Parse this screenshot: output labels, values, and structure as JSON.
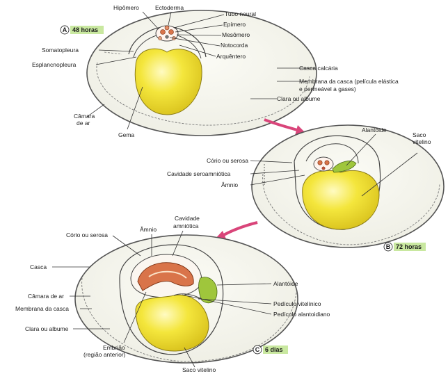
{
  "stage1": {
    "letter": "A",
    "time": "48 horas",
    "labels": {
      "hipomero": "Hipômero",
      "ectoderma": "Ectoderma",
      "tubo_neural": "Tubo neural",
      "epimero": "Epímero",
      "mesomero": "Mesômero",
      "notocorda": "Notocorda",
      "arquentero": "Arquêntero",
      "somatopleura": "Somatopleura",
      "esplancnopleura": "Esplancnopleura",
      "casca": "Casca calcária",
      "membrana1": "Membrana da casca (película elástica",
      "membrana2": "e permeável a gases)",
      "clara": "Clara ou albume",
      "camara1": "Câmara",
      "camara2": "de ar",
      "gema": "Gema"
    }
  },
  "stage2": {
    "letter": "B",
    "time": "72 horas",
    "labels": {
      "alantoide": "Alantóide",
      "saco1": "Saco",
      "saco2": "vitelino",
      "corio": "Cório ou serosa",
      "cavidade": "Cavidade seroamniótica",
      "amnio": "Âmnio"
    }
  },
  "stage3": {
    "letter": "C",
    "time": "6 dias",
    "labels": {
      "cavidade1": "Cavidade",
      "cavidade2": "amniótica",
      "amnio": "Âmnio",
      "corio": "Cório ou serosa",
      "casca": "Casca",
      "camara": "Câmara de ar",
      "membrana": "Membrana da casca",
      "clara": "Clara ou albume",
      "alantoide": "Alantóide",
      "pediculo_vitelinico": "Pedículo vitelínico",
      "pediculo_alantoidiano": "Pedículo alantoidiano",
      "embriao1": "Embrião",
      "embriao2": "(região anterior)",
      "saco": "Saco vitelino"
    }
  },
  "colors": {
    "egg": "#f2f2ea",
    "yolk": "#f1e12c",
    "embryo": "#d9744a",
    "allantois": "#9fc63c",
    "arrow": "#d9457a",
    "badge": "#c9e8a0"
  }
}
